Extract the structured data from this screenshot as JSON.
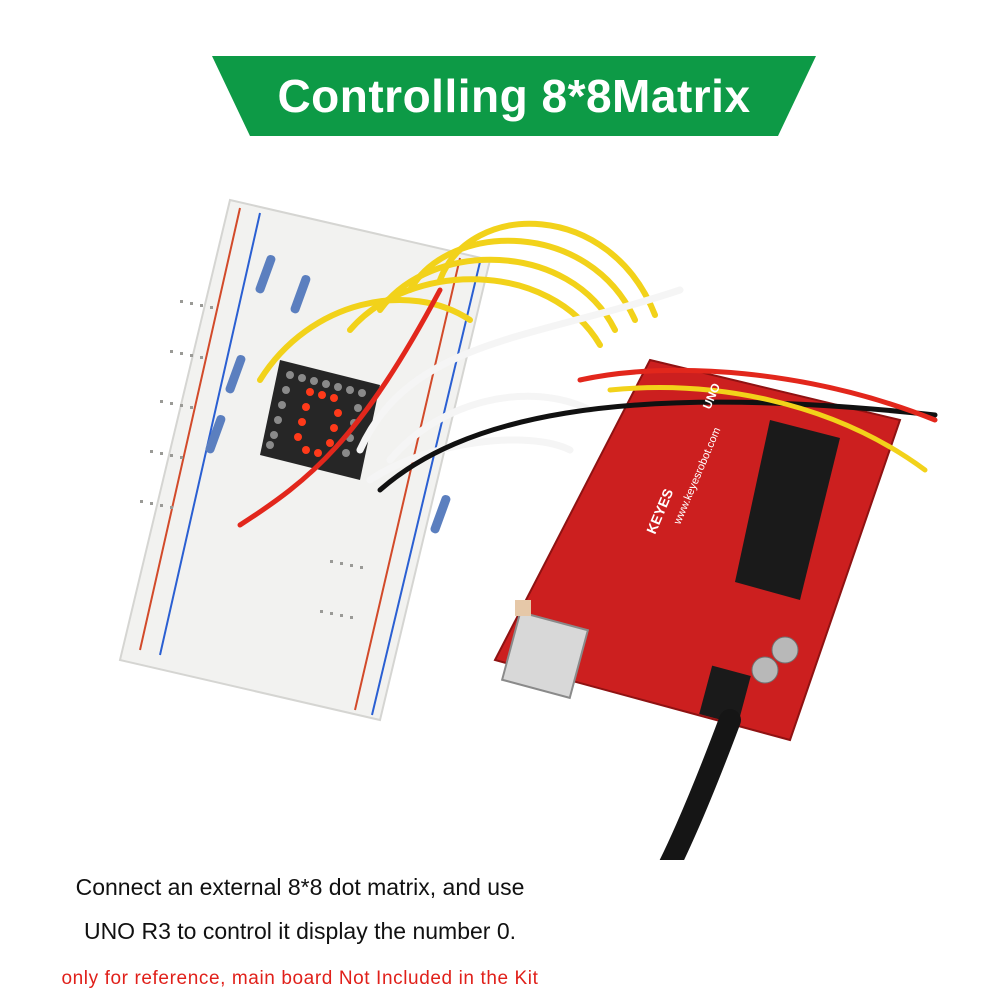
{
  "banner": {
    "title": "Controlling 8*8Matrix",
    "color": "#0d9a46"
  },
  "photo": {
    "board_brand": "KEYES",
    "board_model": "UNO",
    "board_website": "www.keyesrobot.com",
    "board_color": "#cc1f1f",
    "matrix_led_color": "#ff3a1a"
  },
  "caption": {
    "line1": "Connect an external 8*8 dot matrix, and use",
    "line2": "UNO R3 to control it display the number 0."
  },
  "disclaimer": {
    "text": "only for reference, main board Not Included in the Kit",
    "color": "#e0201a"
  }
}
